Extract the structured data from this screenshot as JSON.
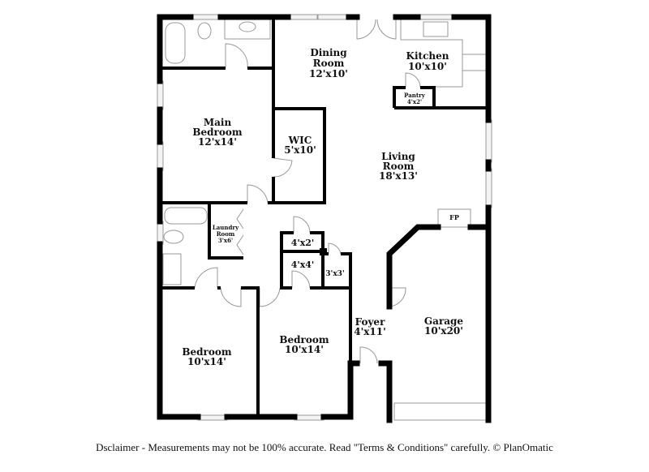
{
  "rooms": [
    {
      "name": "Dining",
      "name2": "Room",
      "dims": "12'x10'"
    },
    {
      "name": "Kitchen",
      "dims": "10'x10'"
    },
    {
      "name": "Pantry",
      "dims": "4'x2'"
    },
    {
      "name": "Main",
      "name2": "Bedroom",
      "dims": "12'x14'"
    },
    {
      "name": "WIC",
      "dims": "5'x10'"
    },
    {
      "name": "Living",
      "name2": "Room",
      "dims": "18'x13'"
    },
    {
      "name": "Laundry",
      "name2": "Room",
      "dims": "3'x6'"
    },
    {
      "dims": "4'x2'"
    },
    {
      "dims": "4'x4'"
    },
    {
      "dims": "3'x3'"
    },
    {
      "name": "Foyer",
      "dims": "4'x11'"
    },
    {
      "name": "Garage",
      "dims": "10'x20'"
    },
    {
      "name": "Bedroom",
      "dims": "10'x14'"
    },
    {
      "name": "Bedroom",
      "dims": "10'x14'"
    },
    {
      "name": "FP"
    }
  ],
  "disclaimer": "Dsclaimer - Measurements may not be 100% accurate. Read \"Terms & Conditions\" carefully. © PlanOmatic"
}
